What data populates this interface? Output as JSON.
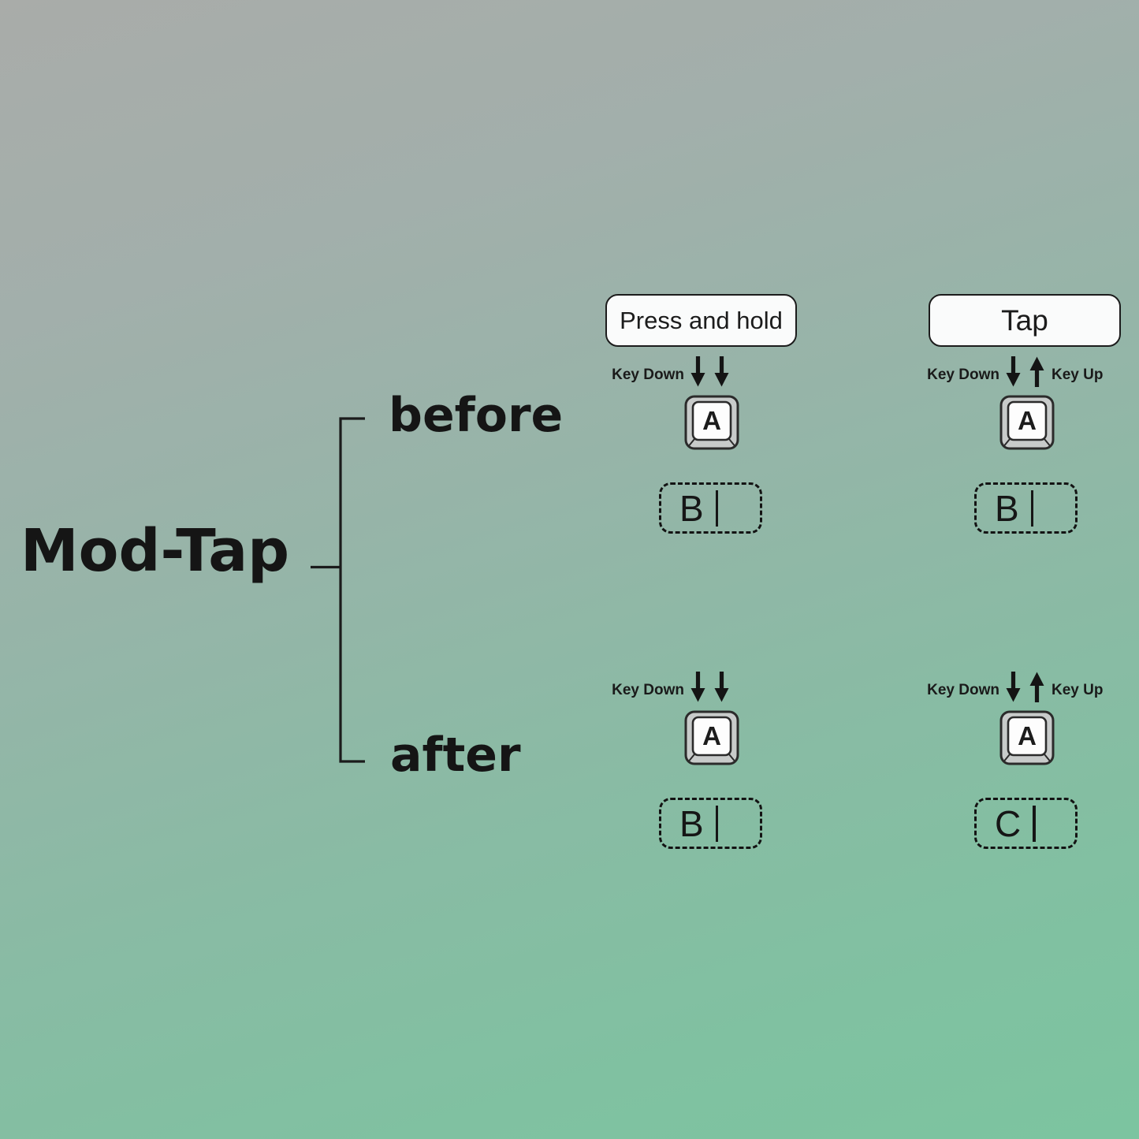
{
  "root": {
    "label": "Mod-Tap"
  },
  "branches": [
    {
      "label": "before"
    },
    {
      "label": "after"
    }
  ],
  "headers": [
    {
      "label": "Press and hold"
    },
    {
      "label": "Tap"
    }
  ],
  "events": {
    "key_down": "Key Down",
    "key_up": "Key Up"
  },
  "keycap": {
    "letter": "A"
  },
  "cells": [
    {
      "id": "before-press-and-hold",
      "output": "B"
    },
    {
      "id": "before-tap",
      "output": "B"
    },
    {
      "id": "after-press-and-hold",
      "output": "B"
    },
    {
      "id": "after-tap",
      "output": "C"
    }
  ],
  "colors": {
    "background_top": "#a9aca9",
    "background_bottom": "#7cc4a0",
    "ink": "#1a1a1a",
    "label_box_fill": "#fafbfb",
    "keycap_side": "#c8cbca",
    "keycap_face": "#fdfdfd"
  }
}
